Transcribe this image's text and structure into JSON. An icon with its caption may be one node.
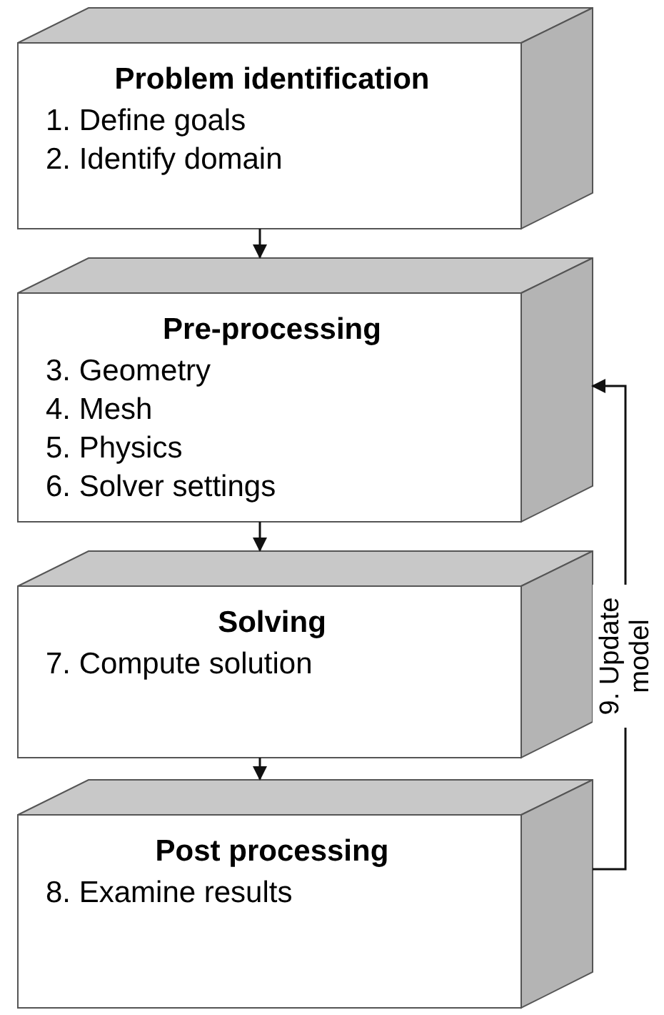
{
  "diagram": {
    "nodes": [
      {
        "text": [
          "Problem identification",
          "1. Define goals",
          "2. Identify domain"
        ]
      },
      {
        "text": [
          "Pre-processing",
          "3. Geometry",
          "4. Mesh",
          "5. Physics",
          "6. Solver settings"
        ]
      },
      {
        "text": [
          "Solving",
          "7. Compute solution"
        ]
      },
      {
        "text": [
          "Post processing",
          "8. Examine results"
        ]
      }
    ],
    "edges": [
      {
        "from": 0,
        "to": 1,
        "arrow": "to"
      },
      {
        "from": 1,
        "to": 2,
        "arrow": "to"
      },
      {
        "from": 2,
        "to": 3,
        "arrow": "to"
      },
      {
        "from": 3,
        "to": 1,
        "arrow": "to",
        "label": "9. Update model"
      }
    ]
  }
}
